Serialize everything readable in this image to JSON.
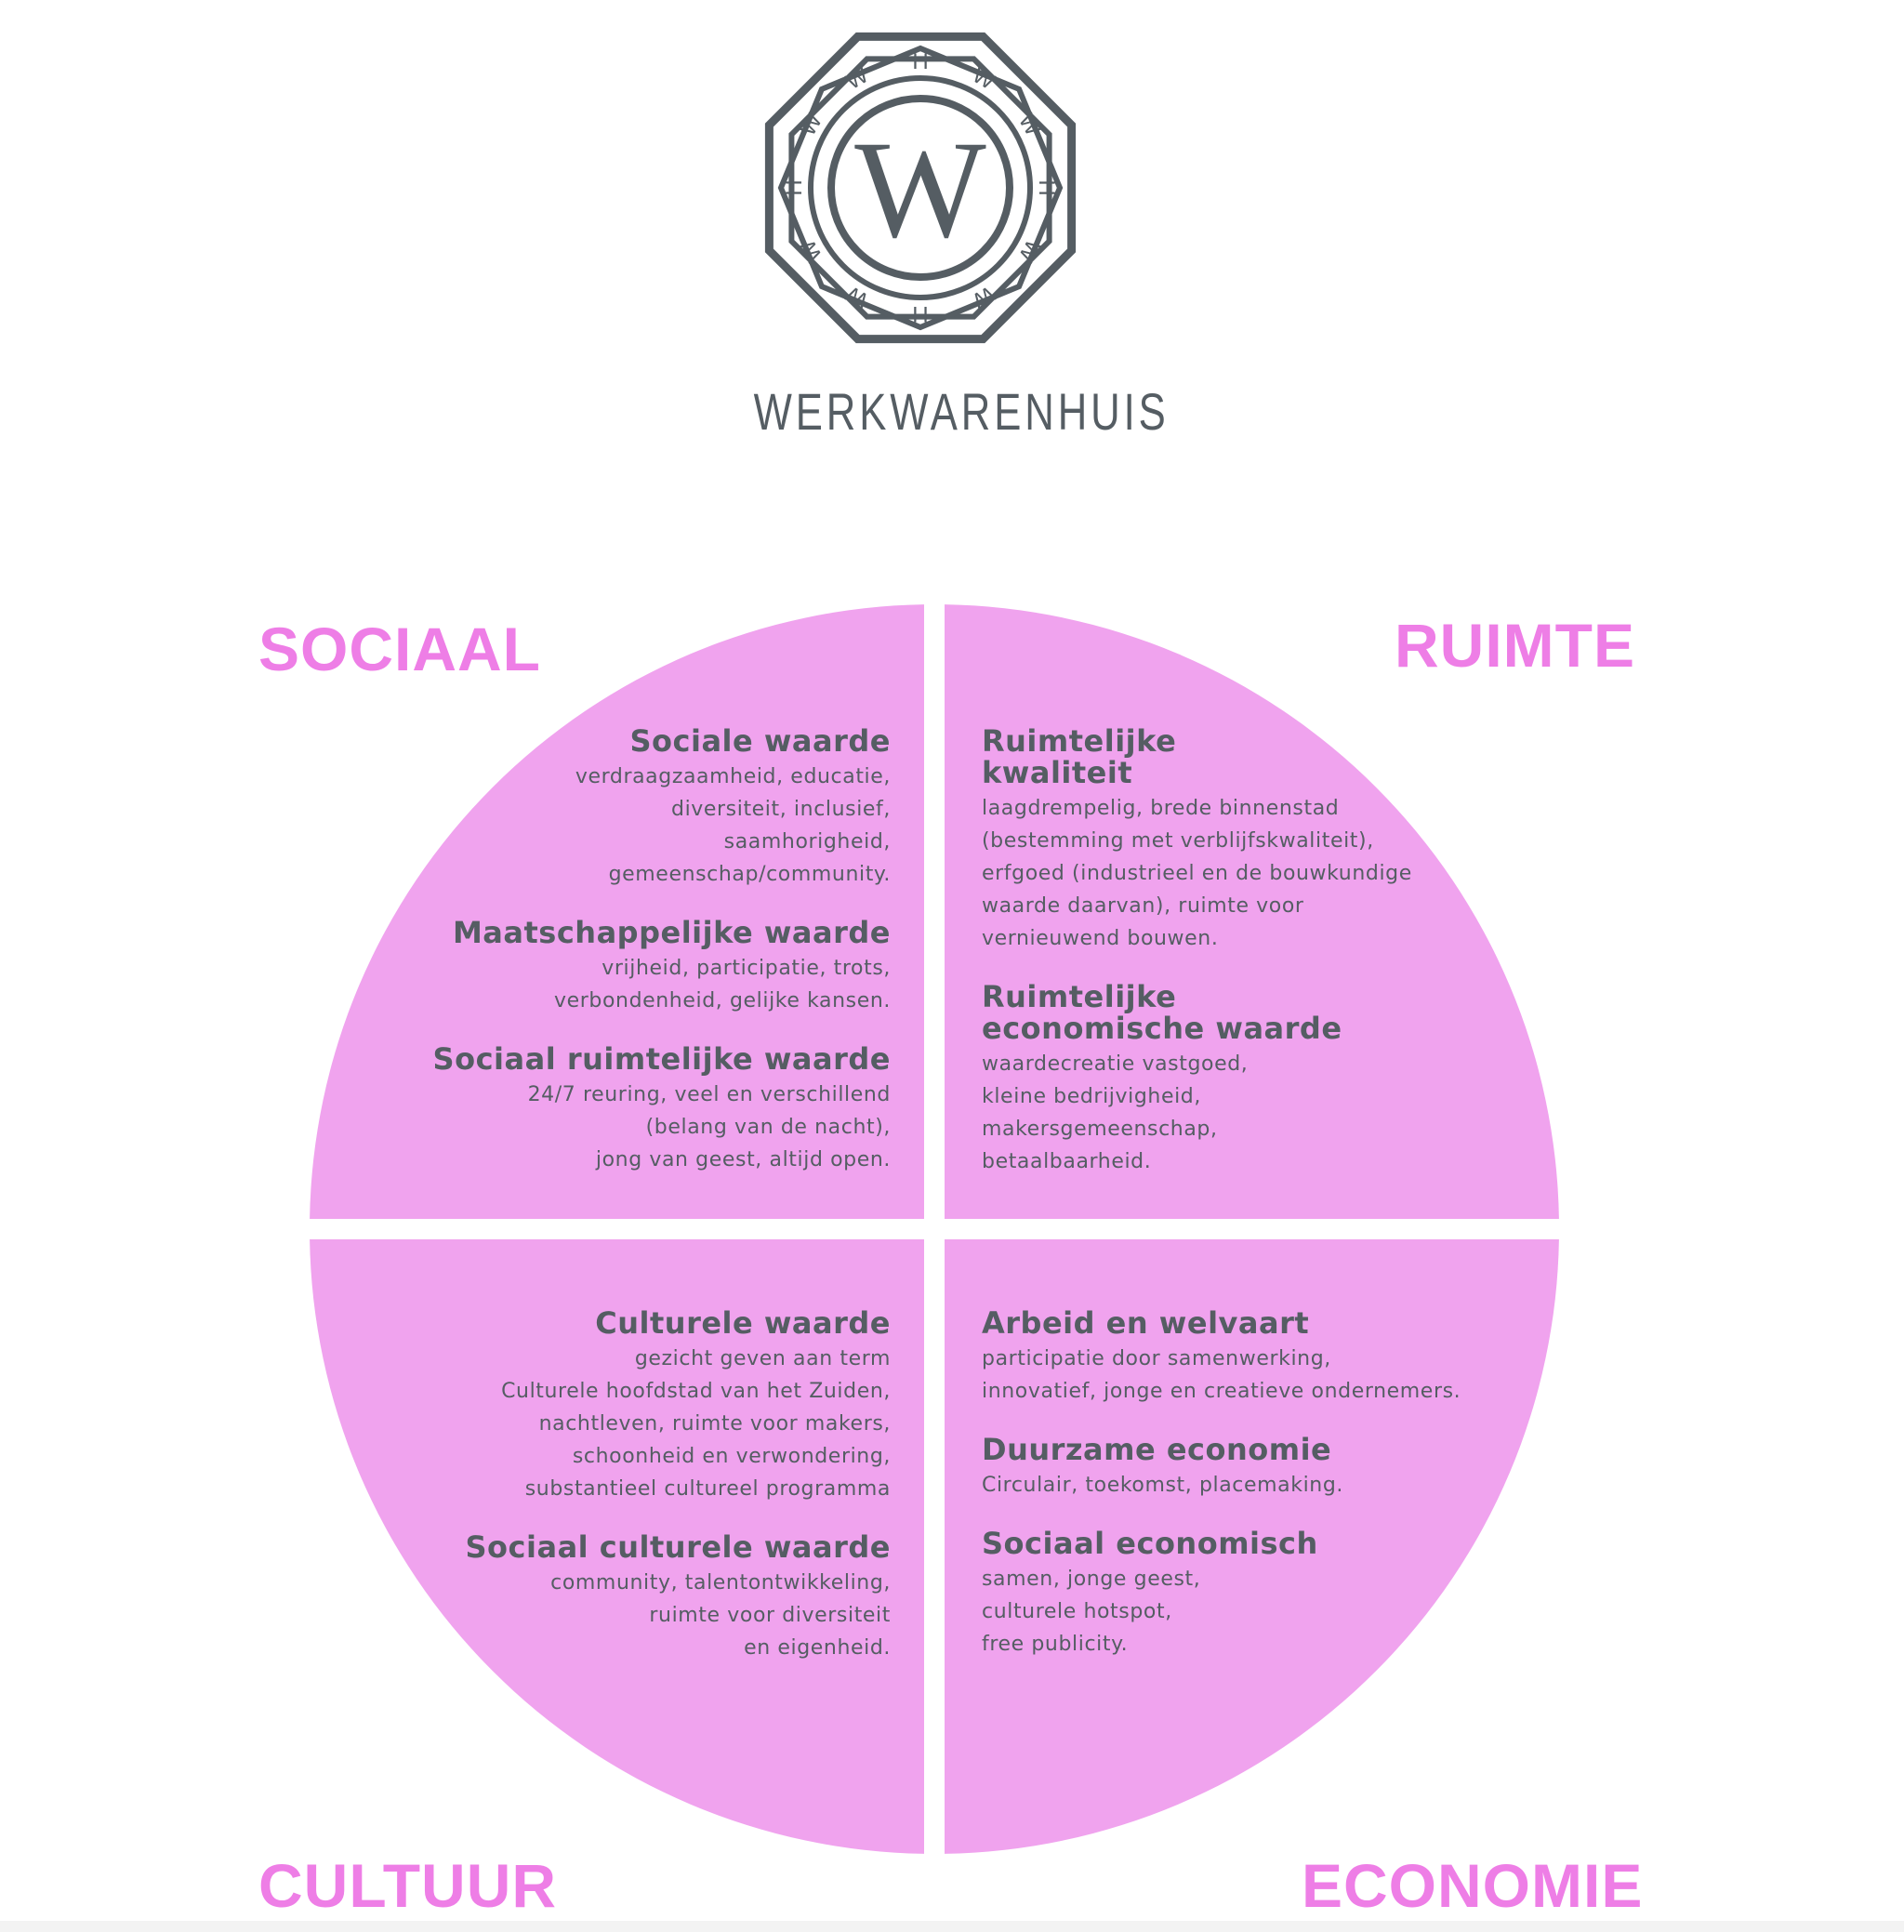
{
  "brand": {
    "name": "WERKWARENHUIS",
    "logo_center_letter": "W",
    "logo_ring_letters": [
      "H",
      "W",
      "W",
      "H",
      "W",
      "W",
      "H",
      "W",
      "W",
      "H",
      "W",
      "W"
    ],
    "color": "#555d63"
  },
  "colors": {
    "quadrant_fill": "#f0a3ee",
    "label_color": "#ee7ee6",
    "text_color": "#555d63"
  },
  "quadrants": [
    {
      "label": "SOCIAAL",
      "blocks": [
        {
          "title": "Sociale waarde",
          "text": "verdraagzaamheid, educatie,\ndiversiteit, inclusief,\nsaamhorigheid,\ngemeenschap/community."
        },
        {
          "title": "Maatschappelijke waarde",
          "text": "vrijheid, participatie, trots,\nverbondenheid, gelijke kansen."
        },
        {
          "title": "Sociaal ruimtelijke waarde",
          "text": "24/7 reuring, veel en verschillend\n(belang van de nacht),\njong van geest, altijd open."
        }
      ]
    },
    {
      "label": "RUIMTE",
      "blocks": [
        {
          "title": "Ruimtelijke\nkwaliteit",
          "text": "laagdrempelig, brede binnenstad\n(bestemming met verblijfskwaliteit),\nerfgoed (industrieel en de bouwkundige\nwaarde daarvan), ruimte voor\nvernieuwend bouwen."
        },
        {
          "title": "Ruimtelijke\neconomische waarde",
          "text": "waardecreatie vastgoed,\nkleine bedrijvigheid,\nmakersgemeenschap,\nbetaalbaarheid."
        }
      ]
    },
    {
      "label": "CULTUUR",
      "blocks": [
        {
          "title": "Culturele waarde",
          "text": "gezicht geven aan term\nCulturele hoofdstad van het Zuiden,\nnachtleven, ruimte voor makers,\nschoonheid en verwondering,\nsubstantieel cultureel programma"
        },
        {
          "title": "Sociaal culturele waarde",
          "text": "community, talentontwikkeling,\nruimte voor diversiteit\nen eigenheid."
        }
      ]
    },
    {
      "label": "ECONOMIE",
      "blocks": [
        {
          "title": "Arbeid en welvaart",
          "text": "participatie door samenwerking,\ninnovatief, jonge en creatieve ondernemers."
        },
        {
          "title": "Duurzame economie",
          "text": "Circulair, toekomst, placemaking."
        },
        {
          "title": "Sociaal economisch",
          "text": "samen, jonge geest,\nculturele hotspot,\nfree publicity."
        }
      ]
    }
  ]
}
